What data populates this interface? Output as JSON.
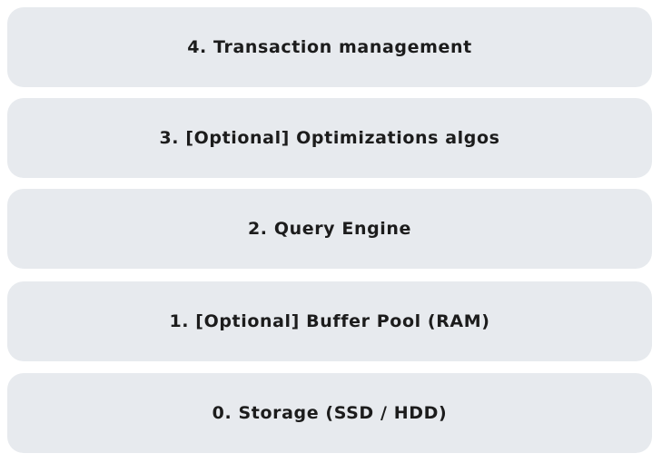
{
  "diagram": {
    "type": "layered-stack",
    "background_color": "#ffffff",
    "card_color": "#e7eaee",
    "text_color": "#1c1c1c",
    "layers": [
      {
        "label": "4. Transaction management"
      },
      {
        "label": "3. [Optional] Optimizations algos"
      },
      {
        "label": "2. Query Engine"
      },
      {
        "label": "1. [Optional] Buffer Pool (RAM)"
      },
      {
        "label": "0. Storage (SSD / HDD)"
      }
    ]
  }
}
